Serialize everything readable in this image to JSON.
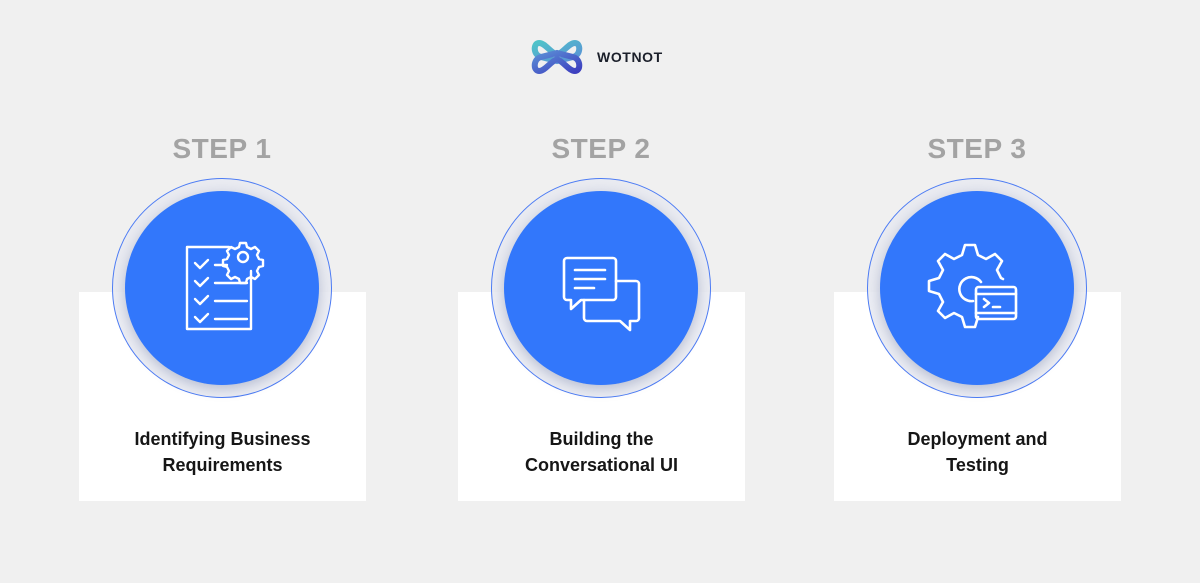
{
  "brand": {
    "name": "WOTNOT",
    "logo_icon": "infinity-knot-logo",
    "colors": {
      "teal": "#4fc3c9",
      "blue": "#5b8fd6",
      "indigo": "#3d3fbf"
    }
  },
  "colors": {
    "background": "#f0f0f0",
    "card": "#ffffff",
    "accent_blue": "#3277fb",
    "ring": "#4d7cf4",
    "step_label": "#a3a3a3",
    "card_text": "#161616"
  },
  "steps": [
    {
      "label": "STEP 1",
      "icon": "checklist-gear-icon",
      "title_line1": "Identifying Business",
      "title_line2": "Requirements"
    },
    {
      "label": "STEP 2",
      "icon": "chat-bubbles-icon",
      "title_line1": "Building the",
      "title_line2": "Conversational UI"
    },
    {
      "label": "STEP 3",
      "icon": "gear-terminal-icon",
      "title_line1": "Deployment and",
      "title_line2": "Testing"
    }
  ]
}
